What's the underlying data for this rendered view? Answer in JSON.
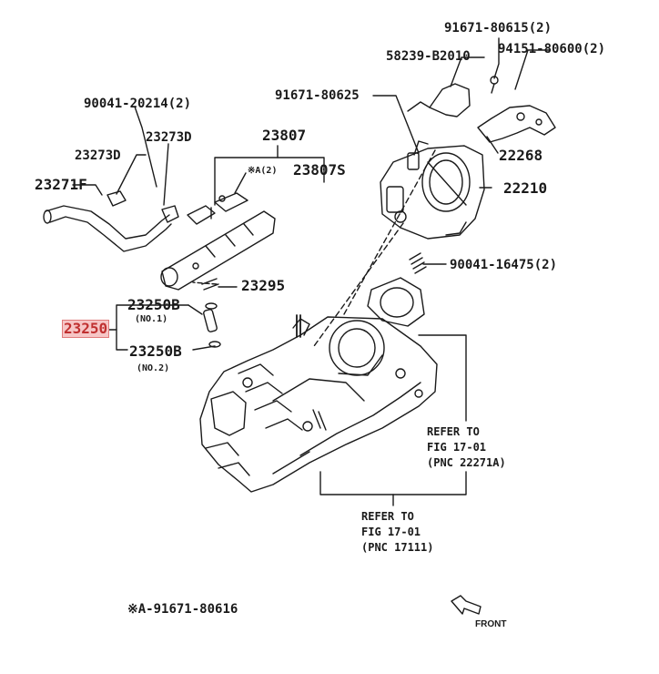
{
  "diagram": {
    "accent_color": "#e07a7a",
    "line_color": "#1a1a1a",
    "part_labels": [
      {
        "id": "p91671_80615",
        "text": "91671-80615(2)"
      },
      {
        "id": "p58239",
        "text": "58239-B2010"
      },
      {
        "id": "p94151",
        "text": "94151-80600(2)"
      },
      {
        "id": "p91671_80625",
        "text": "91671-80625"
      },
      {
        "id": "p90041_20214",
        "text": "90041-20214(2)"
      },
      {
        "id": "p23273d_top",
        "text": "23273D"
      },
      {
        "id": "p23807",
        "text": "23807"
      },
      {
        "id": "p23273d_left",
        "text": "23273D"
      },
      {
        "id": "pstar",
        "text": "※A(2)"
      },
      {
        "id": "p23807s",
        "text": "23807S"
      },
      {
        "id": "p23271f",
        "text": "23271F"
      },
      {
        "id": "p22268",
        "text": "22268"
      },
      {
        "id": "p22210",
        "text": "22210"
      },
      {
        "id": "p90041_16475",
        "text": "90041-16475(2)"
      },
      {
        "id": "p23295",
        "text": "23295"
      },
      {
        "id": "p23250b_1",
        "text": "23250B"
      },
      {
        "id": "p23250b_2",
        "text": "23250B"
      },
      {
        "id": "p23250",
        "text": "23250"
      }
    ],
    "sub_labels": {
      "no1": "(NO.1)",
      "no2": "(NO.2)"
    },
    "references": [
      {
        "id": "ref_22271a",
        "lines": [
          "REFER TO",
          "FIG 17-01",
          "(PNC 22271A)"
        ]
      },
      {
        "id": "ref_17111",
        "lines": [
          "REFER TO",
          "FIG 17-01",
          "(PNC 17111)"
        ]
      }
    ],
    "footnote": "※A-91671-80616",
    "front_label": "FRONT"
  }
}
